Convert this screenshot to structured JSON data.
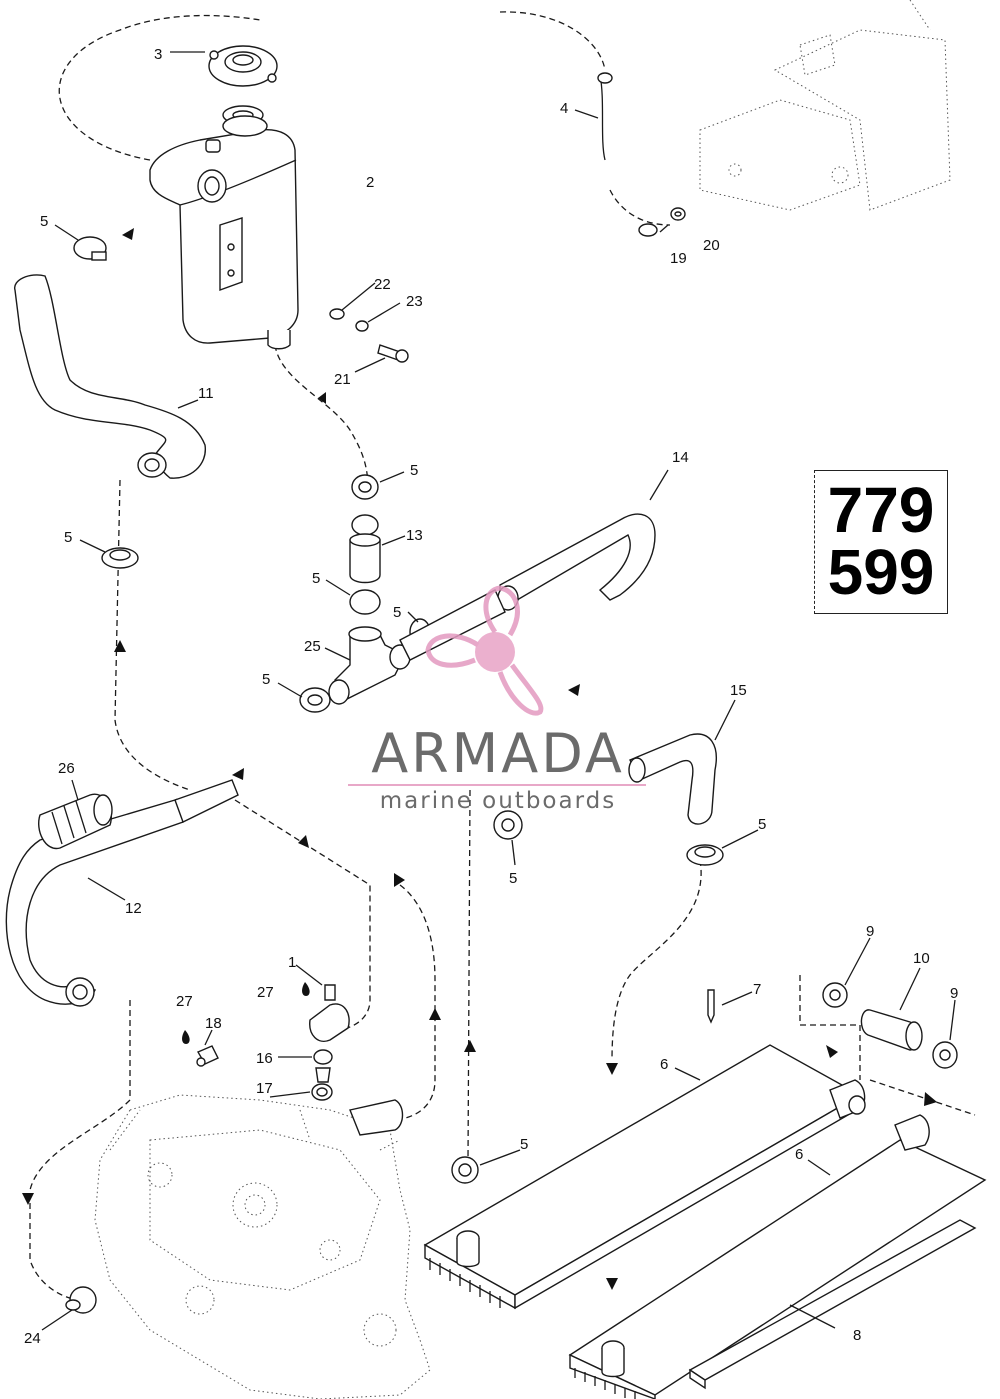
{
  "watermark": {
    "brand": "ARMADA",
    "tagline": "marine outboards",
    "accent_color": "#e39ac0"
  },
  "diagram_code": {
    "line1": "779",
    "line2": "599"
  },
  "callouts": {
    "c1": "1",
    "c2": "2",
    "c3": "3",
    "c4": "4",
    "c5a": "5",
    "c5b": "5",
    "c5c": "5",
    "c5d": "5",
    "c5e": "5",
    "c5f": "5",
    "c5g": "5",
    "c5h": "5",
    "c5i": "5",
    "c6a": "6",
    "c6b": "6",
    "c7": "7",
    "c8": "8",
    "c9a": "9",
    "c9b": "9",
    "c10": "10",
    "c11": "11",
    "c12": "12",
    "c13": "13",
    "c14": "14",
    "c15": "15",
    "c16": "16",
    "c17": "17",
    "c18": "18",
    "c19": "19",
    "c20": "20",
    "c21": "21",
    "c22": "22",
    "c23": "23",
    "c24": "24",
    "c25": "25",
    "c26": "26",
    "c27a": "27",
    "c27b": "27"
  }
}
